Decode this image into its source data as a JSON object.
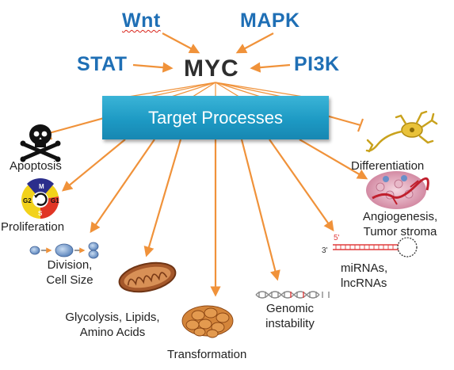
{
  "upstream": {
    "wnt": "Wnt",
    "mapk": "MAPK",
    "stat": "STAT",
    "pi3k": "PI3K"
  },
  "hub": "MYC",
  "target_box": "Target Processes",
  "processes": {
    "apoptosis": "Apoptosis",
    "proliferation": "Proliferation",
    "division_line1": "Division,",
    "division_line2": "Cell Size",
    "glycolysis_line1": "Glycolysis, Lipids,",
    "glycolysis_line2": "Amino Acids",
    "transformation": "Transformation",
    "genomic_line1": "Genomic",
    "genomic_line2": "instability",
    "mirna_line1": "miRNAs,",
    "mirna_line2": "lncRNAs",
    "angiogenesis_line1": "Angiogenesis,",
    "angiogenesis_line2": "Tumor stroma",
    "differentiation": "Differentiation"
  },
  "cell_cycle": {
    "m": "M",
    "g2": "G2",
    "g1": "G1",
    "s": "S"
  },
  "rna_labels": {
    "five_prime": "5'",
    "three_prime": "3'"
  },
  "colors": {
    "upstream_text": "#1f6fb5",
    "arrow": "#f0923a",
    "target_box": "#1d9ac4",
    "myc_text": "#2e2e2e"
  }
}
